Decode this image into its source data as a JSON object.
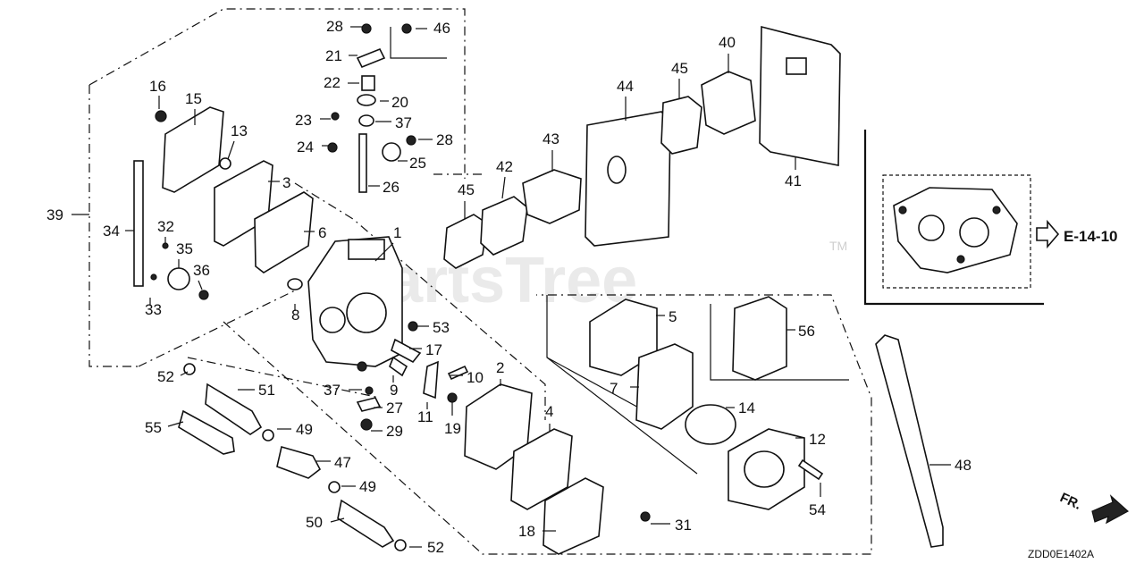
{
  "watermark": {
    "text": "PartsTree",
    "trademark": "TM"
  },
  "diagram_code": "ZDD0E1402A",
  "direction_label": "FR.",
  "reference": {
    "label": "E-14-10"
  },
  "callouts": [
    {
      "id": "1",
      "label": "1"
    },
    {
      "id": "2",
      "label": "2"
    },
    {
      "id": "3",
      "label": "3"
    },
    {
      "id": "4",
      "label": "4"
    },
    {
      "id": "5",
      "label": "5"
    },
    {
      "id": "6",
      "label": "6"
    },
    {
      "id": "7",
      "label": "7"
    },
    {
      "id": "8",
      "label": "8"
    },
    {
      "id": "9",
      "label": "9"
    },
    {
      "id": "10",
      "label": "10"
    },
    {
      "id": "11",
      "label": "11"
    },
    {
      "id": "12",
      "label": "12"
    },
    {
      "id": "13",
      "label": "13"
    },
    {
      "id": "14",
      "label": "14"
    },
    {
      "id": "15",
      "label": "15"
    },
    {
      "id": "16",
      "label": "16"
    },
    {
      "id": "17",
      "label": "17"
    },
    {
      "id": "18",
      "label": "18"
    },
    {
      "id": "19",
      "label": "19"
    },
    {
      "id": "20",
      "label": "20"
    },
    {
      "id": "21",
      "label": "21"
    },
    {
      "id": "22",
      "label": "22"
    },
    {
      "id": "23",
      "label": "23"
    },
    {
      "id": "24",
      "label": "24"
    },
    {
      "id": "25",
      "label": "25"
    },
    {
      "id": "26",
      "label": "26"
    },
    {
      "id": "27",
      "label": "27"
    },
    {
      "id": "28a",
      "label": "28"
    },
    {
      "id": "28b",
      "label": "28"
    },
    {
      "id": "29",
      "label": "29"
    },
    {
      "id": "31",
      "label": "31"
    },
    {
      "id": "32",
      "label": "32"
    },
    {
      "id": "33",
      "label": "33"
    },
    {
      "id": "34",
      "label": "34"
    },
    {
      "id": "35",
      "label": "35"
    },
    {
      "id": "36",
      "label": "36"
    },
    {
      "id": "37a",
      "label": "37"
    },
    {
      "id": "37b",
      "label": "37"
    },
    {
      "id": "39",
      "label": "39"
    },
    {
      "id": "40",
      "label": "40"
    },
    {
      "id": "41",
      "label": "41"
    },
    {
      "id": "42",
      "label": "42"
    },
    {
      "id": "43",
      "label": "43"
    },
    {
      "id": "44",
      "label": "44"
    },
    {
      "id": "45a",
      "label": "45"
    },
    {
      "id": "45b",
      "label": "45"
    },
    {
      "id": "46",
      "label": "46"
    },
    {
      "id": "47",
      "label": "47"
    },
    {
      "id": "48",
      "label": "48"
    },
    {
      "id": "49a",
      "label": "49"
    },
    {
      "id": "49b",
      "label": "49"
    },
    {
      "id": "50",
      "label": "50"
    },
    {
      "id": "51",
      "label": "51"
    },
    {
      "id": "52a",
      "label": "52"
    },
    {
      "id": "52b",
      "label": "52"
    },
    {
      "id": "53",
      "label": "53"
    },
    {
      "id": "54",
      "label": "54"
    },
    {
      "id": "55",
      "label": "55"
    },
    {
      "id": "56",
      "label": "56"
    }
  ]
}
